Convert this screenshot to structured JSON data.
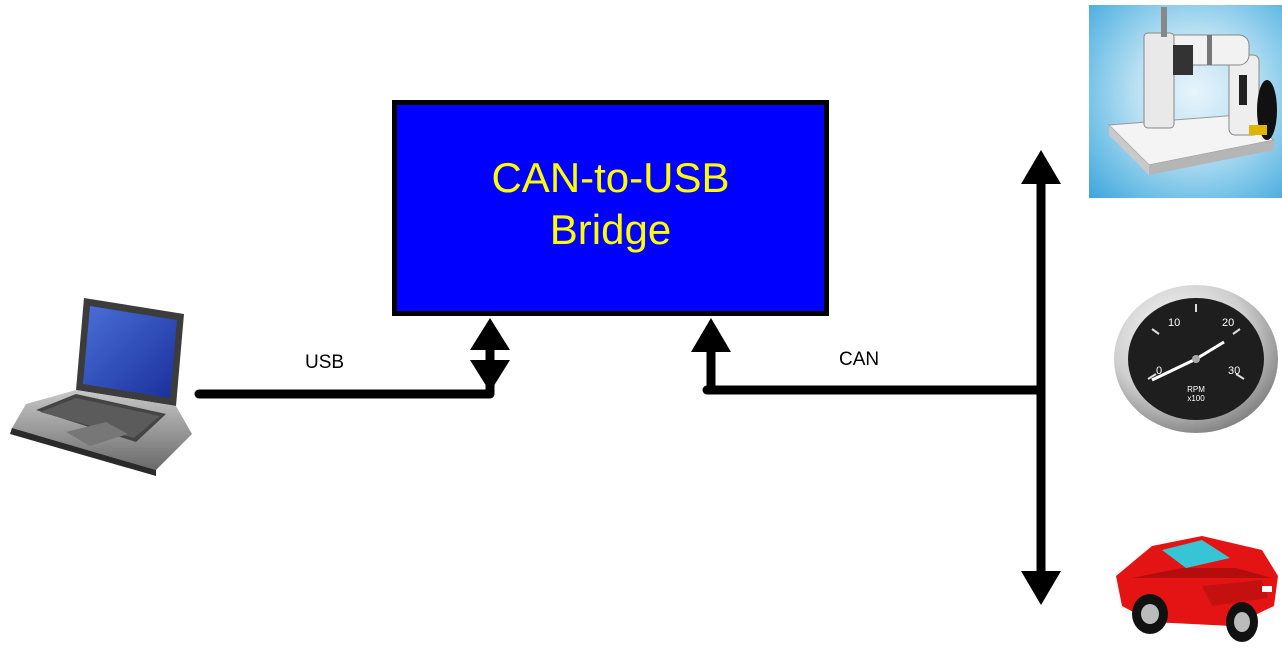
{
  "bridge": {
    "title": "CAN-to-USB Bridge"
  },
  "links": {
    "usb_label": "USB",
    "can_label": "CAN"
  },
  "gauge": {
    "ticks": [
      "0",
      "10",
      "20",
      "30"
    ],
    "unit_line1": "RPM",
    "unit_line2": "x100"
  },
  "colors": {
    "bridge_fill": "#0000ff",
    "bridge_text": "#ffff00",
    "wire": "#000000",
    "car": "#e41414"
  },
  "icons": [
    "laptop-icon",
    "sewing-machine-icon",
    "tachometer-icon",
    "sports-car-icon"
  ]
}
